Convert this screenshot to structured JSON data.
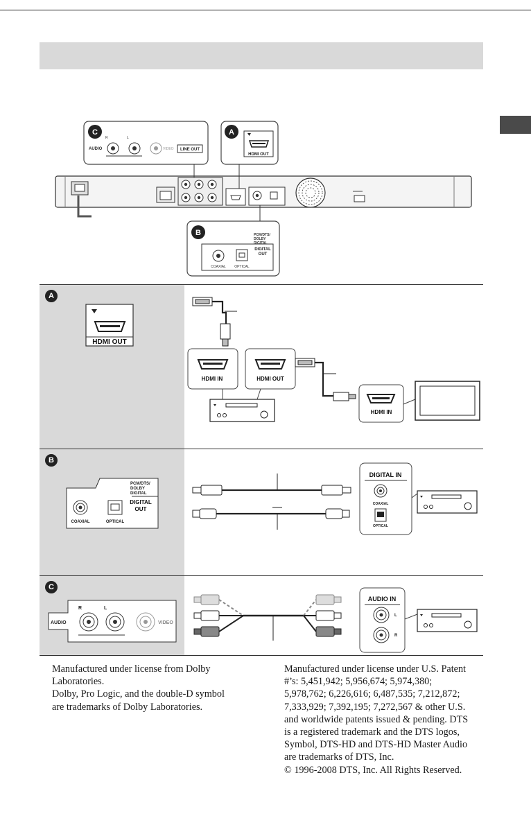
{
  "page": {
    "side_tab_color": "#4a4a4a",
    "header_bar_color": "#d9d9d9"
  },
  "rear_panel": {
    "callout_c": {
      "letter": "C",
      "audio_label": "AUDIO",
      "r_label": "R",
      "l_label": "L",
      "video_label": "VIDEO",
      "line_out_label": "LINE OUT"
    },
    "callout_a": {
      "letter": "A",
      "hdmi_out_label": "HDMI OUT"
    },
    "callout_b": {
      "letter": "B",
      "format_lines": [
        "PCM/DTS/",
        "DOLBY",
        "DIGITAL"
      ],
      "digital_out_lines": [
        "DIGITAL",
        "OUT"
      ],
      "coaxial_label": "COAXIAL",
      "optical_label": "OPTICAL"
    }
  },
  "section_a": {
    "letter": "A",
    "hdmi_out_label": "HDMI OUT",
    "receiver_hdmi_in_label": "HDMI IN",
    "receiver_hdmi_out_label": "HDMI OUT",
    "tv_hdmi_in_label": "HDMI IN"
  },
  "section_b": {
    "letter": "B",
    "format_lines": [
      "PCM/DTS/",
      "DOLBY",
      "DIGITAL"
    ],
    "digital_out_lines": [
      "DIGITAL",
      "OUT"
    ],
    "coaxial_label": "COAXIAL",
    "optical_label": "OPTICAL",
    "digital_in_label": "DIGITAL IN",
    "coaxial_in_label": "COAXIAL",
    "optical_in_label": "OPTICAL"
  },
  "section_c": {
    "letter": "C",
    "audio_label": "AUDIO",
    "r_label": "R",
    "l_label": "L",
    "video_label": "VIDEO",
    "audio_in_label": "AUDIO IN",
    "audio_in_l": "L",
    "audio_in_r": "R"
  },
  "footnotes": {
    "dolby": [
      "Manufactured under license from Dolby",
      "Laboratories.",
      "Dolby, Pro Logic, and the double-D symbol",
      "are trademarks of Dolby Laboratories."
    ],
    "dts": [
      "Manufactured under license under U.S. Patent",
      "#’s: 5,451,942; 5,956,674; 5,974,380;",
      "5,978,762; 6,226,616; 6,487,535; 7,212,872;",
      "7,333,929; 7,392,195; 7,272,567 & other U.S.",
      "and worldwide patents issued & pending. DTS",
      "is a registered trademark and the DTS logos,",
      "Symbol, DTS-HD and DTS-HD Master Audio",
      "are trademarks of DTS, Inc.",
      "© 1996-2008 DTS, Inc. All Rights Reserved."
    ]
  }
}
